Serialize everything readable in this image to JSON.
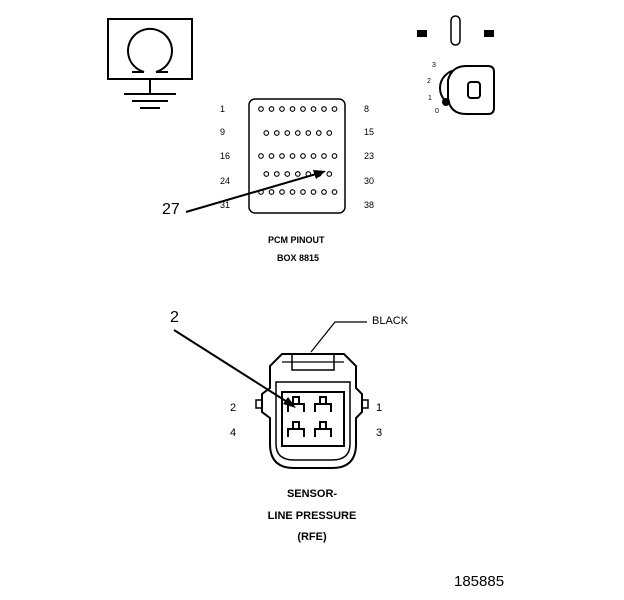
{
  "pcm": {
    "title_line1": "PCM PINOUT",
    "title_line2": "BOX 8815",
    "row_start_labels": [
      "1",
      "9",
      "16",
      "24",
      "31"
    ],
    "row_end_labels": [
      "8",
      "15",
      "23",
      "30",
      "38"
    ],
    "callout": "27"
  },
  "ignition": {
    "position_labels": [
      "3",
      "2",
      "1",
      "0"
    ]
  },
  "connector": {
    "color_label": "BLACK",
    "callout": "2",
    "pin_labels": {
      "top_left": "2",
      "top_right": "1",
      "bottom_left": "4",
      "bottom_right": "3"
    },
    "name_line1": "SENSOR-",
    "name_line2": "LINE PRESSURE",
    "name_line3": "(RFE)"
  },
  "figure_id": "185885"
}
